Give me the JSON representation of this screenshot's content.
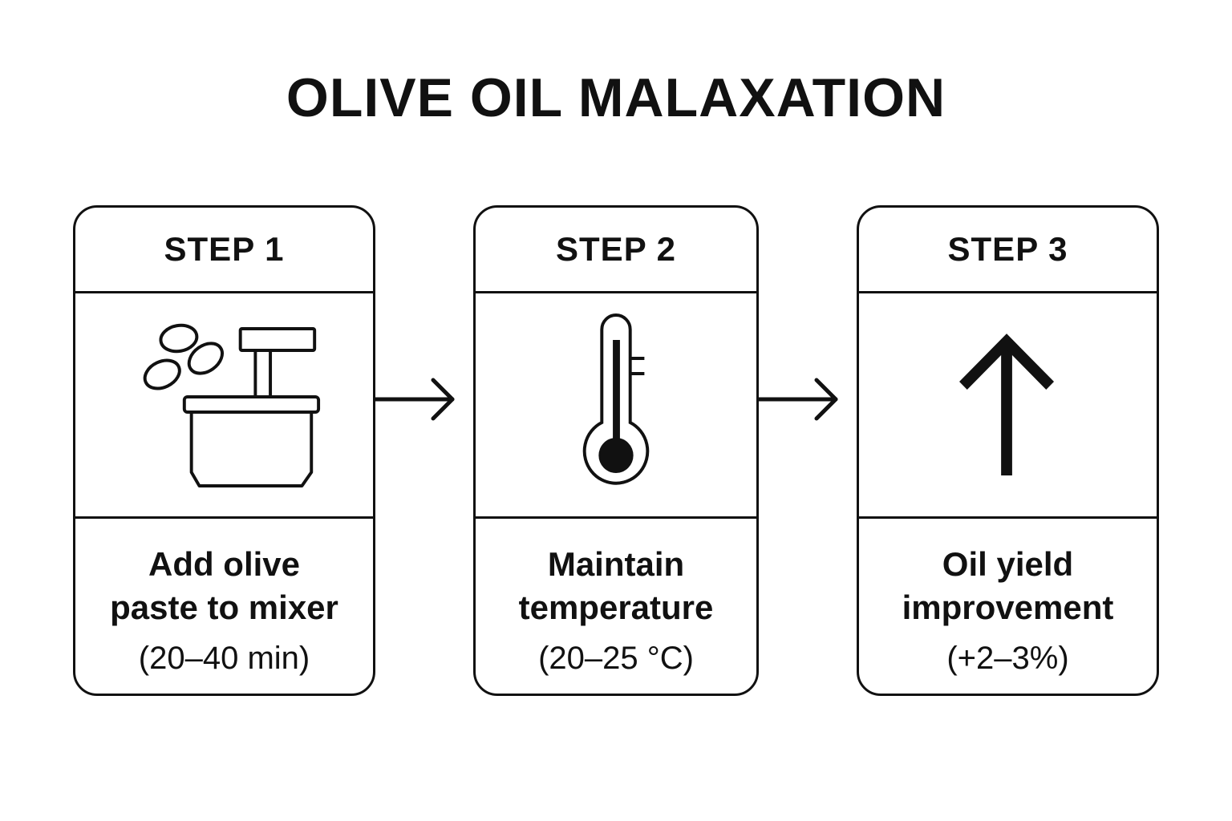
{
  "title": "OLIVE OIL MALAXATION",
  "steps": [
    {
      "label": "STEP 1",
      "icon": "olives-mixer-icon",
      "line1": "Add olive",
      "line2": "paste to mixer",
      "detail": "(20–40 min)"
    },
    {
      "label": "STEP 2",
      "icon": "thermometer-icon",
      "line1": "Maintain",
      "line2": "temperature",
      "detail": "(20–25 °C)"
    },
    {
      "label": "STEP 3",
      "icon": "arrow-up-icon",
      "line1": "Oil yield",
      "line2": "improvement",
      "detail": "(+2–3%)"
    }
  ],
  "connectors": [
    "arrow-right-icon",
    "arrow-right-icon"
  ],
  "colors": {
    "ink": "#111111",
    "background": "#ffffff"
  }
}
